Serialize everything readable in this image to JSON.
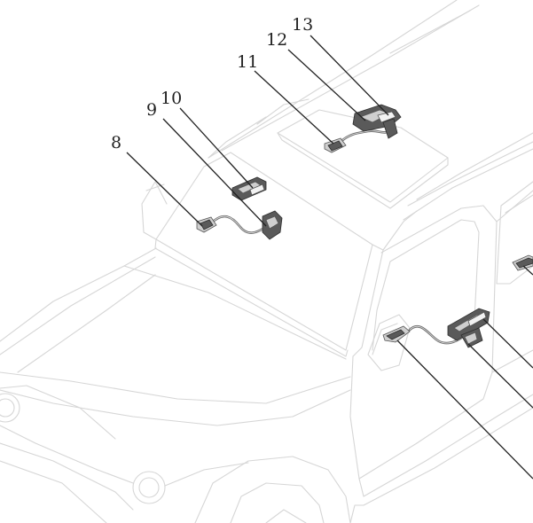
{
  "labels": {
    "c8": "8",
    "c9": "9",
    "c10": "10",
    "c11": "11",
    "c12": "12",
    "c13": "13"
  }
}
